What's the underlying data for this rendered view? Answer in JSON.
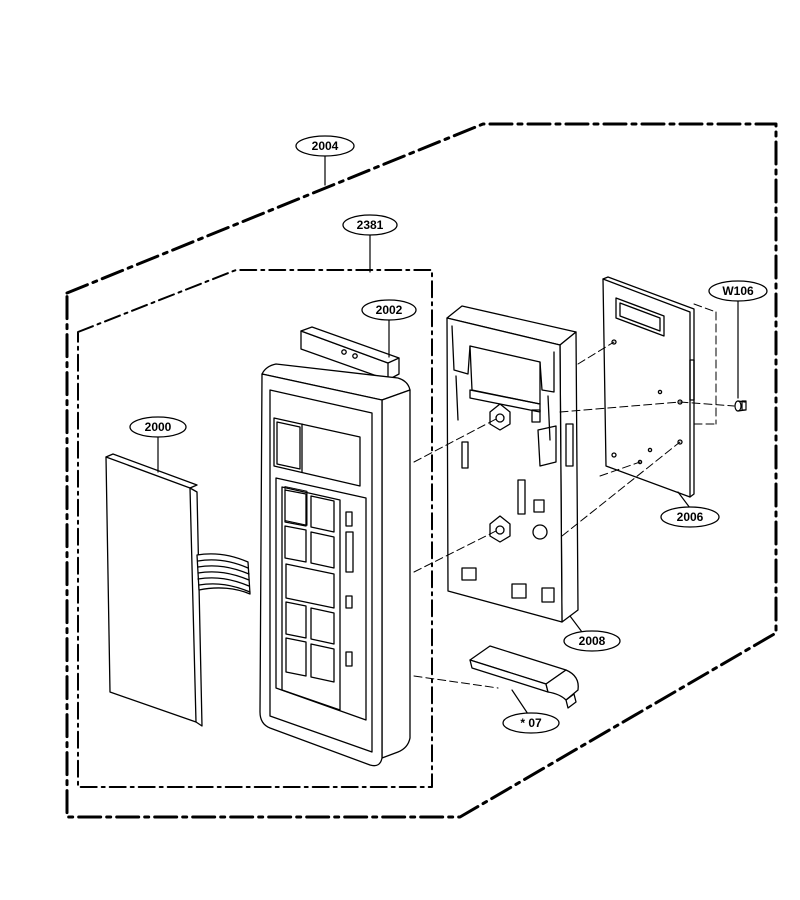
{
  "diagram": {
    "callouts": {
      "c2004": "2004",
      "c2381": "2381",
      "c2002": "2002",
      "c2000": "2000",
      "cW106": "W106",
      "c2006": "2006",
      "c2008": "2008",
      "c07": "* 07"
    }
  },
  "colors": {
    "line": "#000000",
    "background": "#ffffff"
  }
}
